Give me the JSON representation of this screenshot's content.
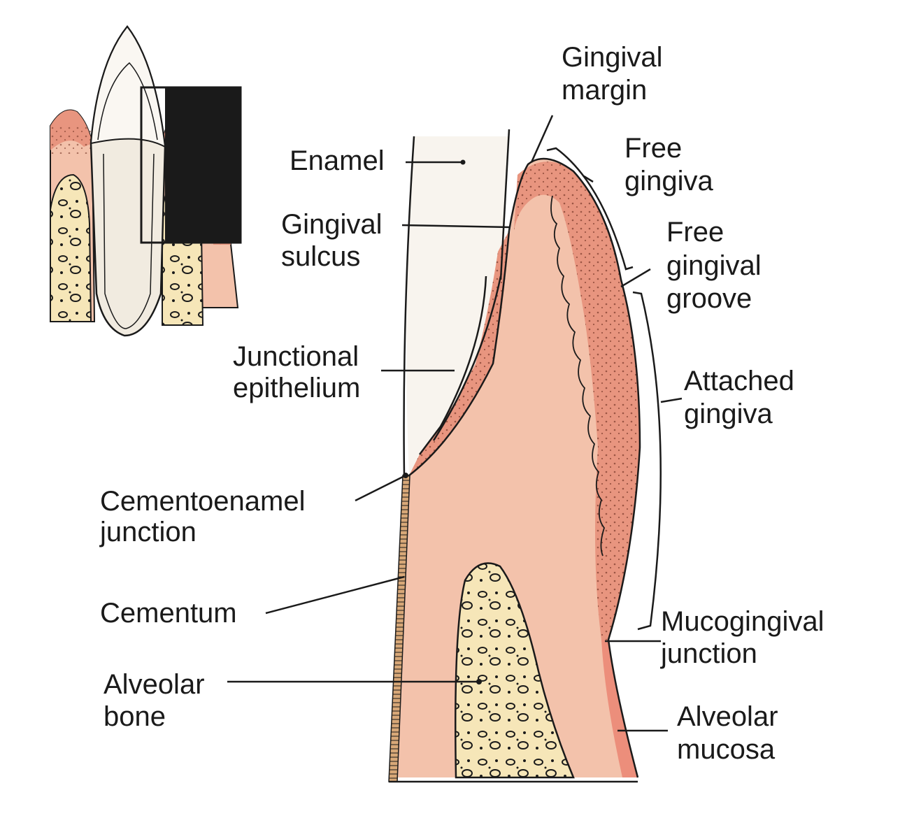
{
  "labels": {
    "gingival_margin": [
      "Gingival",
      "margin"
    ],
    "free_gingiva": [
      "Free",
      "gingiva"
    ],
    "free_gingival_groove": [
      "Free",
      "gingival",
      "groove"
    ],
    "attached_gingiva": [
      "Attached",
      "gingiva"
    ],
    "mucogingival_junction": [
      "Mucogingival",
      "junction"
    ],
    "alveolar_mucosa": [
      "Alveolar",
      "mucosa"
    ],
    "enamel": [
      "Enamel"
    ],
    "gingival_sulcus": [
      "Gingival",
      "sulcus"
    ],
    "junctional_epithelium": [
      "Junctional",
      "epithelium"
    ],
    "cementoenamel_junction": [
      "Cementoenamel",
      "junction"
    ],
    "cementum": [
      "Cementum"
    ],
    "alveolar_bone": [
      "Alveolar",
      "bone"
    ]
  },
  "colors": {
    "gingiva": "#f3c2ab",
    "epithelium": "#e8957f",
    "enamel": "#f8f4ee",
    "bone": "#f6e6b8",
    "tooth": "#f1ebe0",
    "dark": "#1a1a1a",
    "mucosa": "#ec8e7b"
  }
}
